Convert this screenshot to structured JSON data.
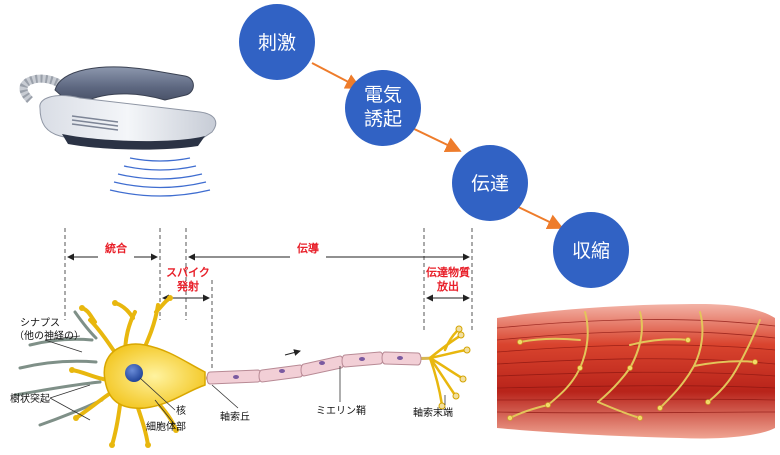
{
  "flow": {
    "step1": "刺激",
    "step2_line1": "電気",
    "step2_line2": "誘起",
    "step3": "伝達",
    "step4": "収縮",
    "circle_color": "#3162c4",
    "arrow_color": "#ee7c2b"
  },
  "neuron": {
    "bracket_integration": "統合",
    "bracket_conduction": "伝導",
    "spike_line1": "スパイク",
    "spike_line2": "発射",
    "transmitter_line1": "伝達物質",
    "transmitter_line2": "放出",
    "label_synapse_line1": "シナプス",
    "label_synapse_line2": "（他の神経の）",
    "label_dendrite": "樹状突起",
    "label_nucleus": "核",
    "label_soma": "細胞体部",
    "label_axon_hillock": "軸索丘",
    "label_myelin": "ミエリン鞘",
    "label_axon_terminal": "軸索末端",
    "red_label_color": "#e8202a"
  },
  "devices": {
    "stimulator": "stimulator-device",
    "muscle": "muscle-fiber"
  }
}
